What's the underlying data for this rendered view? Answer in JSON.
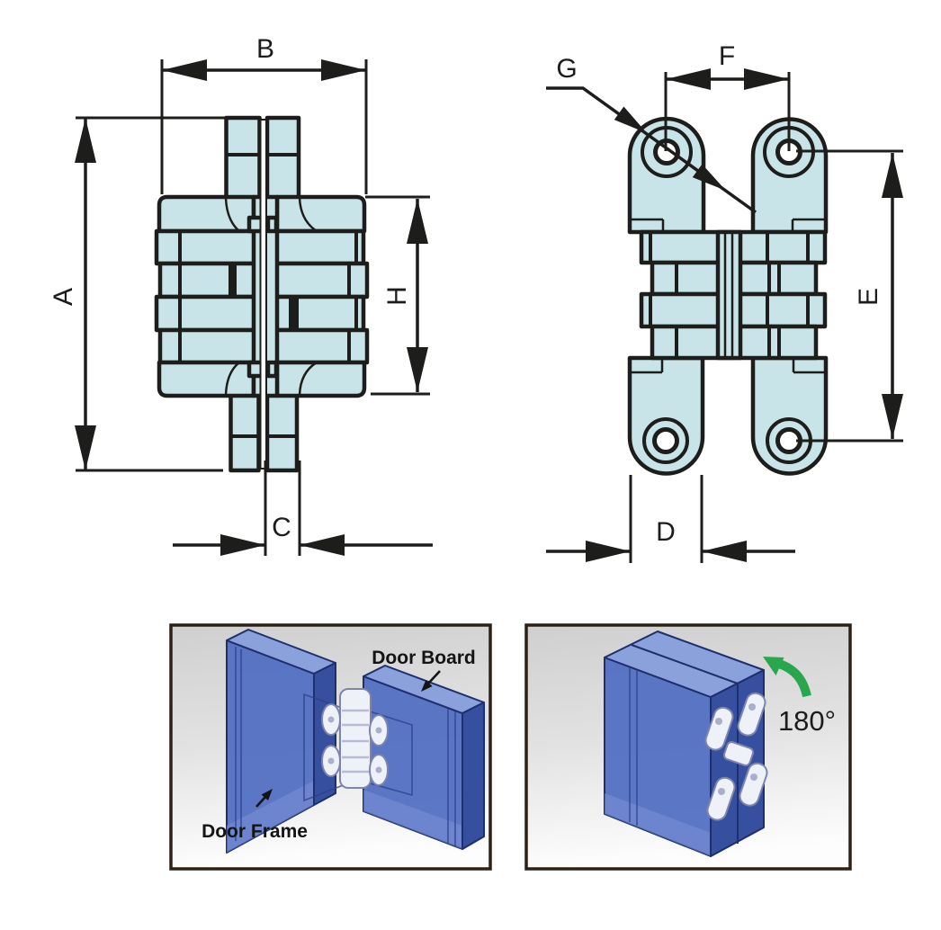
{
  "front_view": {
    "labels": {
      "a": "A",
      "b": "B",
      "c": "C",
      "h": "H"
    }
  },
  "side_view": {
    "labels": {
      "d": "D",
      "e": "E",
      "f": "F",
      "g": "G"
    }
  },
  "install_view": {
    "door_board": "Door Board",
    "door_frame": "Door Frame"
  },
  "rotation_view": {
    "angle": "180°"
  },
  "colors": {
    "part_fill": "#c8e4e8",
    "line": "#1d1d1b",
    "panel_blue": "#4f6dc2",
    "rotation_arrow_green": "#2aa64e",
    "illustration_frame": "#2b2117"
  }
}
